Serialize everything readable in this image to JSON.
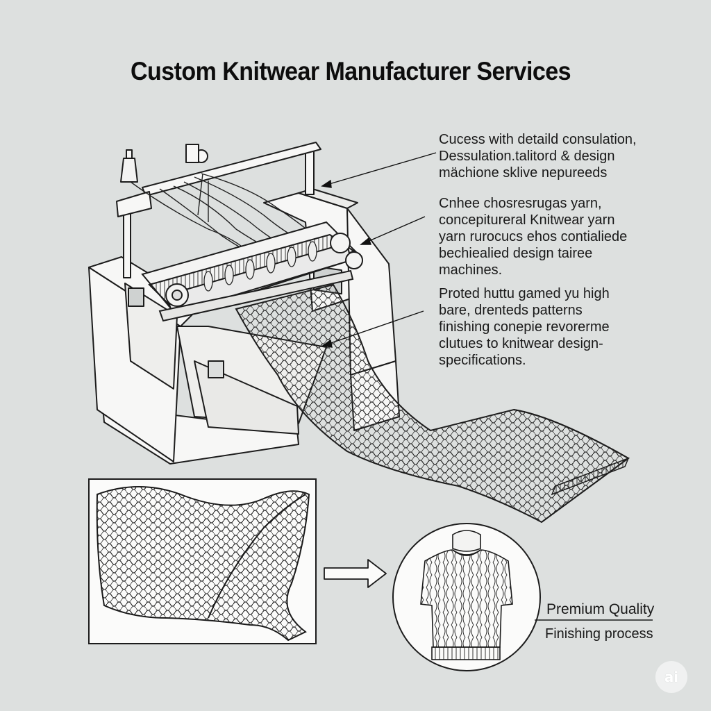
{
  "title": "Custom Knitwear Manufacturer Services",
  "callouts": [
    {
      "lines": [
        "Cucess with detaild consulation,",
        "Dessulation.talitord & design",
        "mächione sklive nepureeds"
      ]
    },
    {
      "lines": [
        "Cnhee chosresrugas yarn,",
        "concepitureral Knitwear yarn",
        "yarn rurocucs ehos contialiede",
        "bechiealied design tairee",
        "machines."
      ]
    },
    {
      "lines": [
        "Proted huttu gamed yu high",
        "bare, drenteds patterns",
        "finishing conepie revorerme",
        "clutues to knitwear design-",
        "specifications."
      ]
    }
  ],
  "quality_label": "Premium Quality",
  "process_label": "Finishing process",
  "badge_text": "ai",
  "icons": [
    "knitting-machine-icon",
    "knit-fabric-icon",
    "sweater-icon",
    "arrow-right-icon"
  ]
}
